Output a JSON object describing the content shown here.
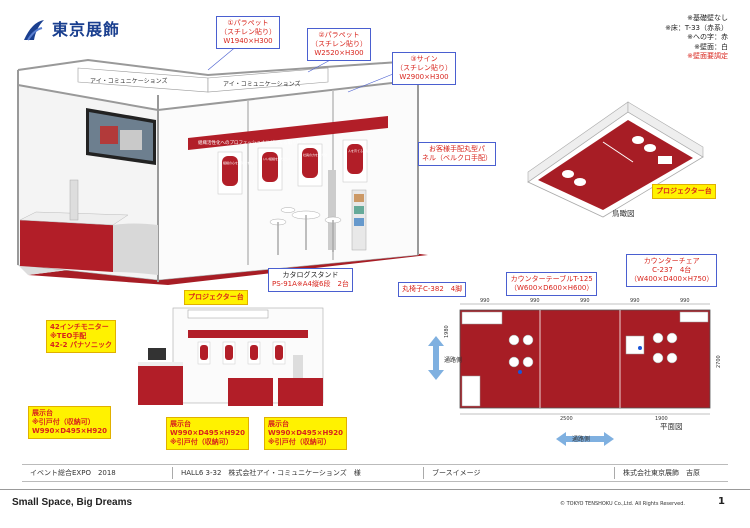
{
  "logo": {
    "text": "東京展飾"
  },
  "notes": [
    "※基礎壁なし",
    "※床：T-33（赤系）",
    "※への字：赤",
    "※壁面：白",
    "※壁面要調定"
  ],
  "callouts": {
    "parapet1": [
      "①パラペット",
      "（スチレン貼り）",
      "W1940×H300"
    ],
    "parapet2": [
      "②パラペット",
      "（スチレン貼り）",
      "W2520×H300"
    ],
    "sign3": [
      "③サイン",
      "（スチレン貼り）",
      "W2900×H300"
    ],
    "panel": [
      "お客様手配丸型パ",
      "ネル（ベルクロ手配）"
    ],
    "catalog": [
      "カタログスタンド",
      "PS-91A※A4縦6段　2台"
    ],
    "projector_top": "プロジェクター台",
    "projector_mid": "プロジェクター台",
    "monitor": [
      "42インチモニター",
      "※TEO手配",
      "42-2 パナソニック"
    ],
    "stand_left": [
      "展示台",
      "※引戸付（収納可）",
      "W990×D495×H920"
    ],
    "stand_mid": [
      "展示台",
      "W990×D495×H920",
      "※引戸付（収納可）"
    ],
    "stand_right": [
      "展示台",
      "W990×D495×H920",
      "※引戸付（収納可）"
    ],
    "chair": "丸椅子C-382　4脚",
    "counter_table": [
      "カウンターテーブルT-125",
      "（W600×D600×H600）"
    ],
    "counter_chair": [
      "カウンターチェア",
      "C-237　4台",
      "（W400×D400×H750）"
    ]
  },
  "booth": {
    "fascia_label": "アイ・コミュニケーションズ",
    "fascia_label2": "アイ・コミュニケーションズ",
    "banner_text": "組織活性化へのプロフェッショナルがつくる取り組み",
    "panel_texts": [
      "組織の心を元気にする",
      "いい組織を作りたい",
      "社員の力を最大化",
      "人を育てる仕組み"
    ]
  },
  "captions": {
    "aerial": "鳥瞰図",
    "plan": "平面図",
    "aisle1": "通路側",
    "aisle2": "通路側"
  },
  "plan_dims": {
    "top": [
      "990",
      "990",
      "990",
      "990",
      "990"
    ],
    "bottom": [
      "2500",
      "1900"
    ],
    "left": "1980",
    "right": "2700"
  },
  "footer": {
    "event": "イベント総合EXPO　2018",
    "hall": "HALL6 3-32　株式会社アイ・コミュニケーションズ　様",
    "title": "ブースイメージ",
    "company": "株式会社東京展飾　吉原"
  },
  "tagline": "Small Space, Big Dreams",
  "copyright": "© TOKYO TENSHOKU Co.,Ltd. All Rights Reserved.",
  "page_number": "1"
}
